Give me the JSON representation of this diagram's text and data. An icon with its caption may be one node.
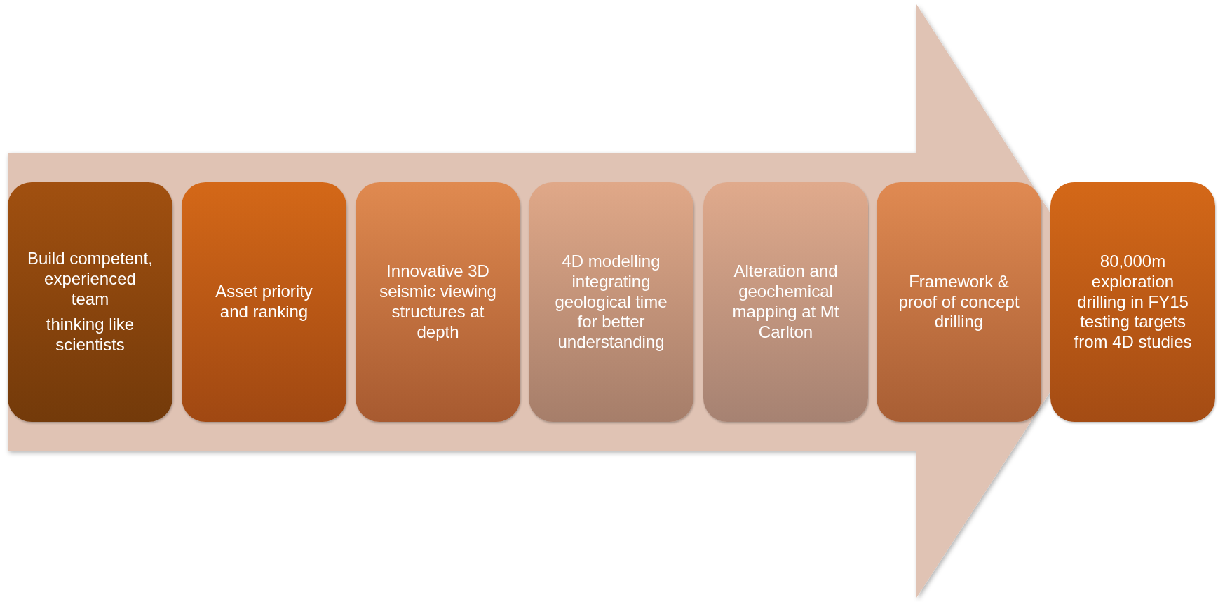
{
  "diagram": {
    "nodes": [
      {
        "text": [
          "Build competent, experienced team",
          "thinking like scientists"
        ]
      },
      {
        "text": [
          "Asset priority and ranking"
        ]
      },
      {
        "text": [
          "Innovative 3D seismic viewing structures at depth"
        ]
      },
      {
        "text": [
          "4D modelling integrating geological time for better understanding"
        ]
      },
      {
        "text": [
          "Alteration and geochemical mapping at Mt Carlton"
        ]
      },
      {
        "text": [
          "Framework & proof of concept drilling"
        ]
      },
      {
        "text": [
          "80,000m exploration drilling in FY15 testing targets from 4D studies"
        ]
      }
    ],
    "edges": [
      {
        "from": 0,
        "to": 6,
        "arrow": "to"
      }
    ]
  }
}
